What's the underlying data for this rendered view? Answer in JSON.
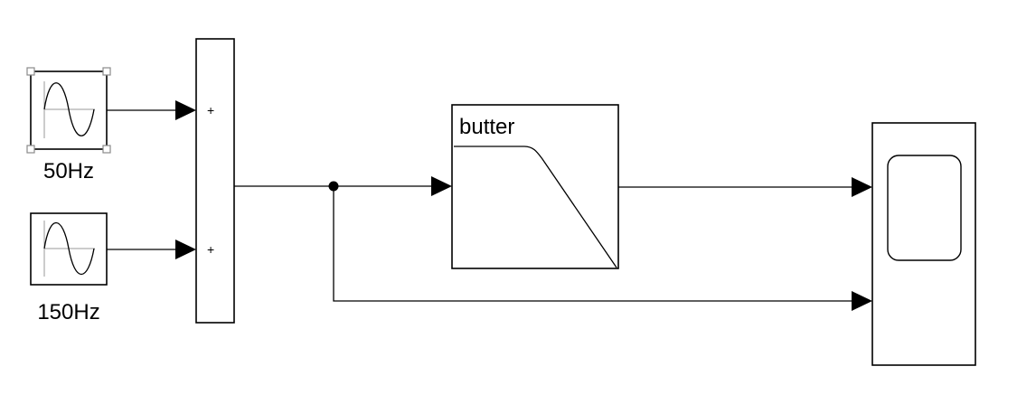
{
  "diagram": {
    "blocks": {
      "sine1": {
        "label": "50Hz"
      },
      "sine2": {
        "label": "150Hz"
      },
      "sum": {
        "port1_sign": "+",
        "port2_sign": "+"
      },
      "filter": {
        "label": "butter"
      },
      "scope": {
        "label": ""
      }
    },
    "selected_block": "sine1",
    "connections": [
      {
        "from": "sine1",
        "to": "sum.in1"
      },
      {
        "from": "sine2",
        "to": "sum.in2"
      },
      {
        "from": "sum",
        "to": "filter"
      },
      {
        "from": "filter",
        "to": "scope.in1"
      },
      {
        "from": "sum",
        "to": "scope.in2"
      }
    ]
  }
}
